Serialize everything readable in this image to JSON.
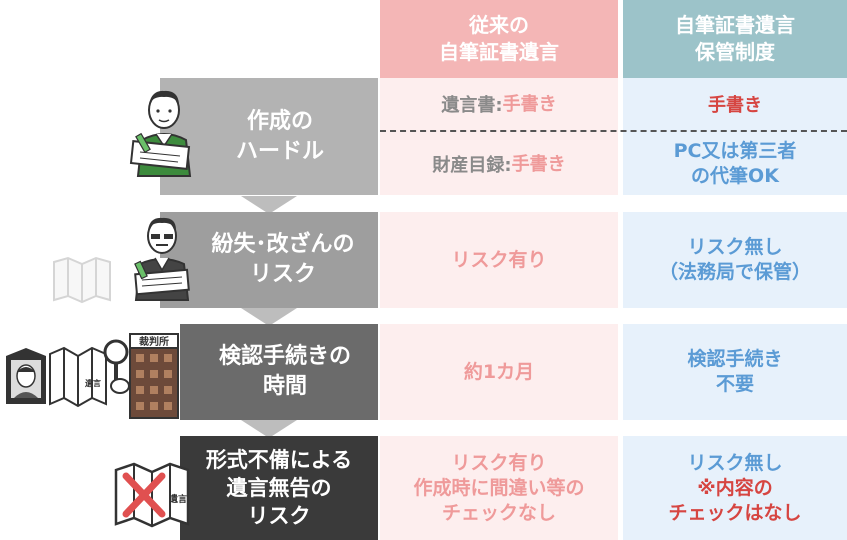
{
  "columns": {
    "traditional": {
      "line1": "従来の",
      "line2": "自筆証書遺言"
    },
    "system": {
      "line1": "自筆証書遺言",
      "line2": "保管制度"
    }
  },
  "rows": {
    "hurdle": {
      "label": [
        "作成の",
        "ハードル"
      ],
      "trad_will_label": "遺言書:",
      "trad_will_value": "手書き",
      "trad_assets_label": "財産目録:",
      "trad_assets_value": "手書き",
      "sys_will": "手書き",
      "sys_assets": [
        "PC又は第三者",
        "の代筆OK"
      ]
    },
    "loss": {
      "label": [
        "紛失･改ざんの",
        "リスク"
      ],
      "trad": "リスク有り",
      "sys": [
        "リスク無し",
        "（法務局で保管）"
      ]
    },
    "probate": {
      "label": [
        "検認手続きの",
        "時間"
      ],
      "trad": "約1カ月",
      "sys": [
        "検認手続き",
        "不要"
      ],
      "court_sign": "裁判所"
    },
    "format": {
      "label": [
        "形式不備による",
        "遺言無告の",
        "リスク"
      ],
      "trad": [
        "リスク有り",
        "作成時に間違い等の",
        "チェックなし"
      ],
      "sys": [
        "リスク無し",
        "※内容の",
        "チェックはなし"
      ]
    }
  },
  "illustration_text": {
    "will_doc": "遺言"
  },
  "colors": {
    "header_pink": "#f4b6b6",
    "header_teal": "#9cc3c9",
    "row_pink": "#fdeeee",
    "row_blue": "#e7f1fb",
    "pink_text": "#ef9a9a",
    "blue_text": "#5b9bd5",
    "red_text": "#d64541"
  }
}
